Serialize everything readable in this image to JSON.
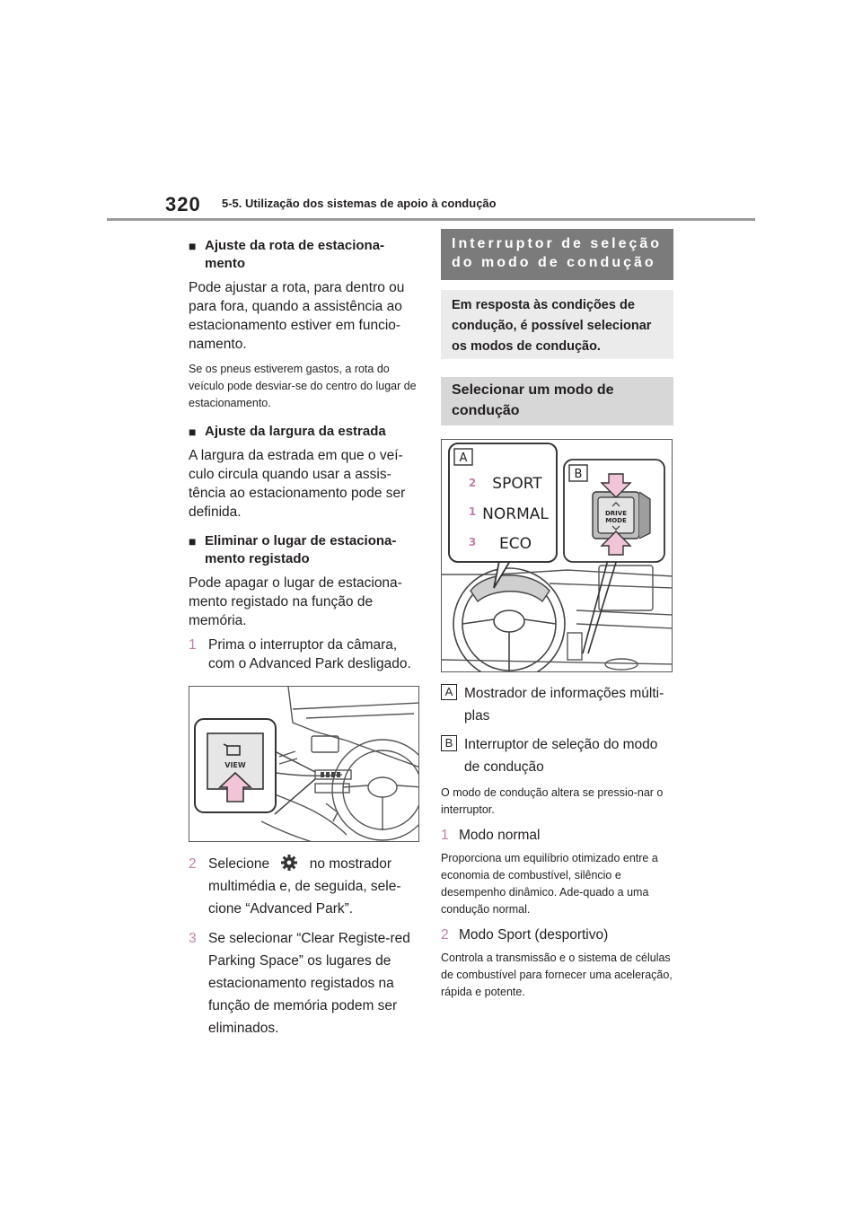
{
  "header": {
    "page_number": "320",
    "section": "5-5. Utilização dos sistemas de apoio à condução"
  },
  "left": {
    "h1": "Ajuste da rota de estaciona-mento",
    "p1": "Pode ajustar a rota, para dentro ou para fora, quando a assistência ao estacionamento estiver em funcio-namento.",
    "note1": "Se os pneus estiverem gastos, a rota do veículo pode desviar-se do centro do lugar de estacionamento.",
    "h2": "Ajuste da largura da estrada",
    "p2": "A largura da estrada em que o veí-culo circula quando usar a assis-tência ao estacionamento pode ser definida.",
    "h3": "Eliminar o lugar de estaciona-mento registado",
    "p3": "Pode apagar o lugar de estaciona-mento registado na função de memória.",
    "steps": [
      {
        "num": "1",
        "text": "Prima o interruptor da câmara, com o Advanced Park desligado."
      },
      {
        "num": "2",
        "pre": "Selecione",
        "post": "no mostrador multimédia e, de seguida, sele-cione “Advanced Park”."
      },
      {
        "num": "3",
        "text": "Se selecionar “Clear Registe-red Parking Space” os lugares de estacionamento registados na função de memória podem ser eliminados."
      }
    ],
    "figure_button_label": "VIEW",
    "gear_icon": "gear-icon"
  },
  "right": {
    "band_title": "Interruptor de seleção do modo de condução",
    "band_intro": "Em resposta às condições de condução, é possível selecionar os modos de condução.",
    "band_sub": "Selecionar um modo de condução",
    "figure": {
      "label_a": "A",
      "label_b": "B",
      "modes": [
        {
          "num": "2",
          "name": "SPORT"
        },
        {
          "num": "1",
          "name": "NORMAL"
        },
        {
          "num": "3",
          "name": "ECO"
        }
      ],
      "switch_line1": "DRIVE",
      "switch_line2": "MODE"
    },
    "callouts": [
      {
        "label": "A",
        "text": "Mostrador de informações múlti-plas"
      },
      {
        "label": "B",
        "text": "Interruptor de seleção do modo de condução"
      }
    ],
    "note_switch": "O modo de condução altera se pressio-nar o interruptor.",
    "mode_items": [
      {
        "num": "1",
        "title": "Modo normal",
        "desc": "Proporciona um equilíbrio otimizado entre a economia de combustível, silêncio e desempenho dinâmico. Ade-quado a uma condução normal."
      },
      {
        "num": "2",
        "title": "Modo Sport (desportivo)",
        "desc": "Controla a transmissão e o sistema de células de combustível para fornecer uma aceleração, rápida e potente."
      }
    ]
  },
  "colors": {
    "accent_pink": "#c47fa8",
    "arrow_pink": "#f2c4d8",
    "band_dark": "#7b7b7b",
    "band_light": "#ebebeb",
    "band_mid": "#d7d7d7"
  }
}
